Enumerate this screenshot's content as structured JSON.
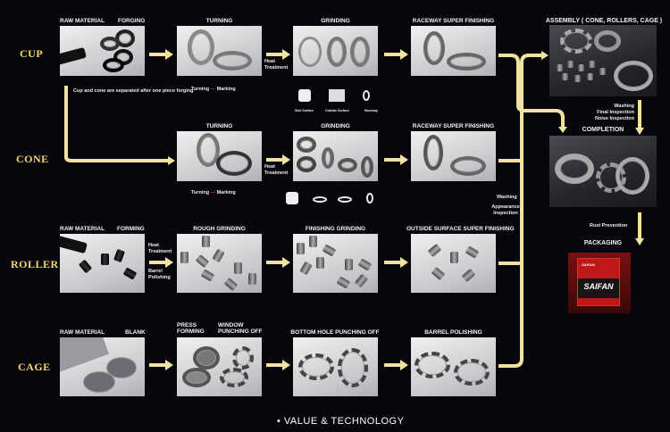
{
  "rows": {
    "cup": "CUP",
    "cone": "CONE",
    "roller": "ROLLER",
    "cage": "CAGE"
  },
  "cup": {
    "raw_material": "RAW MATERIAL",
    "forging": "FORGING",
    "forging_note": "Cup and cone are separated after one piece forging",
    "turning": "TURNING",
    "turning_note_a": "Turning",
    "turning_note_b": "Marking",
    "heat_treatment": "Heat Treatment",
    "grinding": "GRINDING",
    "grinding_steps": [
      "Side Surface",
      "Outside Surface",
      "Raceway"
    ],
    "raceway": "RACEWAY SUPER FINISHING"
  },
  "cone": {
    "turning": "TURNING",
    "turning_note_a": "Turning",
    "turning_note_b": "Marking",
    "heat_treatment": "Heat Treatment",
    "grinding": "GRINDING",
    "raceway": "RACEWAY SUPER FINISHING",
    "washing": "Washing",
    "appearance": "Appearance Inspection"
  },
  "roller": {
    "raw_material": "RAW MATERIAL",
    "forming": "FORMING",
    "heat_treatment": "Heat Treatment",
    "barrel_polishing": "Barrel Polishing",
    "rough_grinding": "ROUGH GRINDING",
    "finishing_grinding": "FINISHING GRINDING",
    "outside": "OUTSIDE SURFACE SUPER FINISHING"
  },
  "cage": {
    "raw_material": "RAW MATERIAL",
    "blank": "BLANK",
    "press_forming": "PRESS FORMING",
    "window": "WINDOW PUNCHING OFF",
    "bottom_hole": "BOTTOM HOLE PUNCHING OFF",
    "barrel_polishing": "BARREL POLISHING"
  },
  "final": {
    "assembly": "ASSEMBLY ( CONE, ROLLERS, CAGE )",
    "washing": "Washing",
    "final_inspection": "Final Inspection",
    "noise_inspection": "Noise Inspection",
    "completion": "COMPLETION",
    "rust": "Rust Prevention",
    "packaging": "PACKAGING",
    "brand": "SAIFAN"
  },
  "footer": "• VALUE & TECHNOLOGY",
  "colors": {
    "arrow": "#f2e4a0",
    "row_label": "#f2d870",
    "background": "#06060c"
  }
}
